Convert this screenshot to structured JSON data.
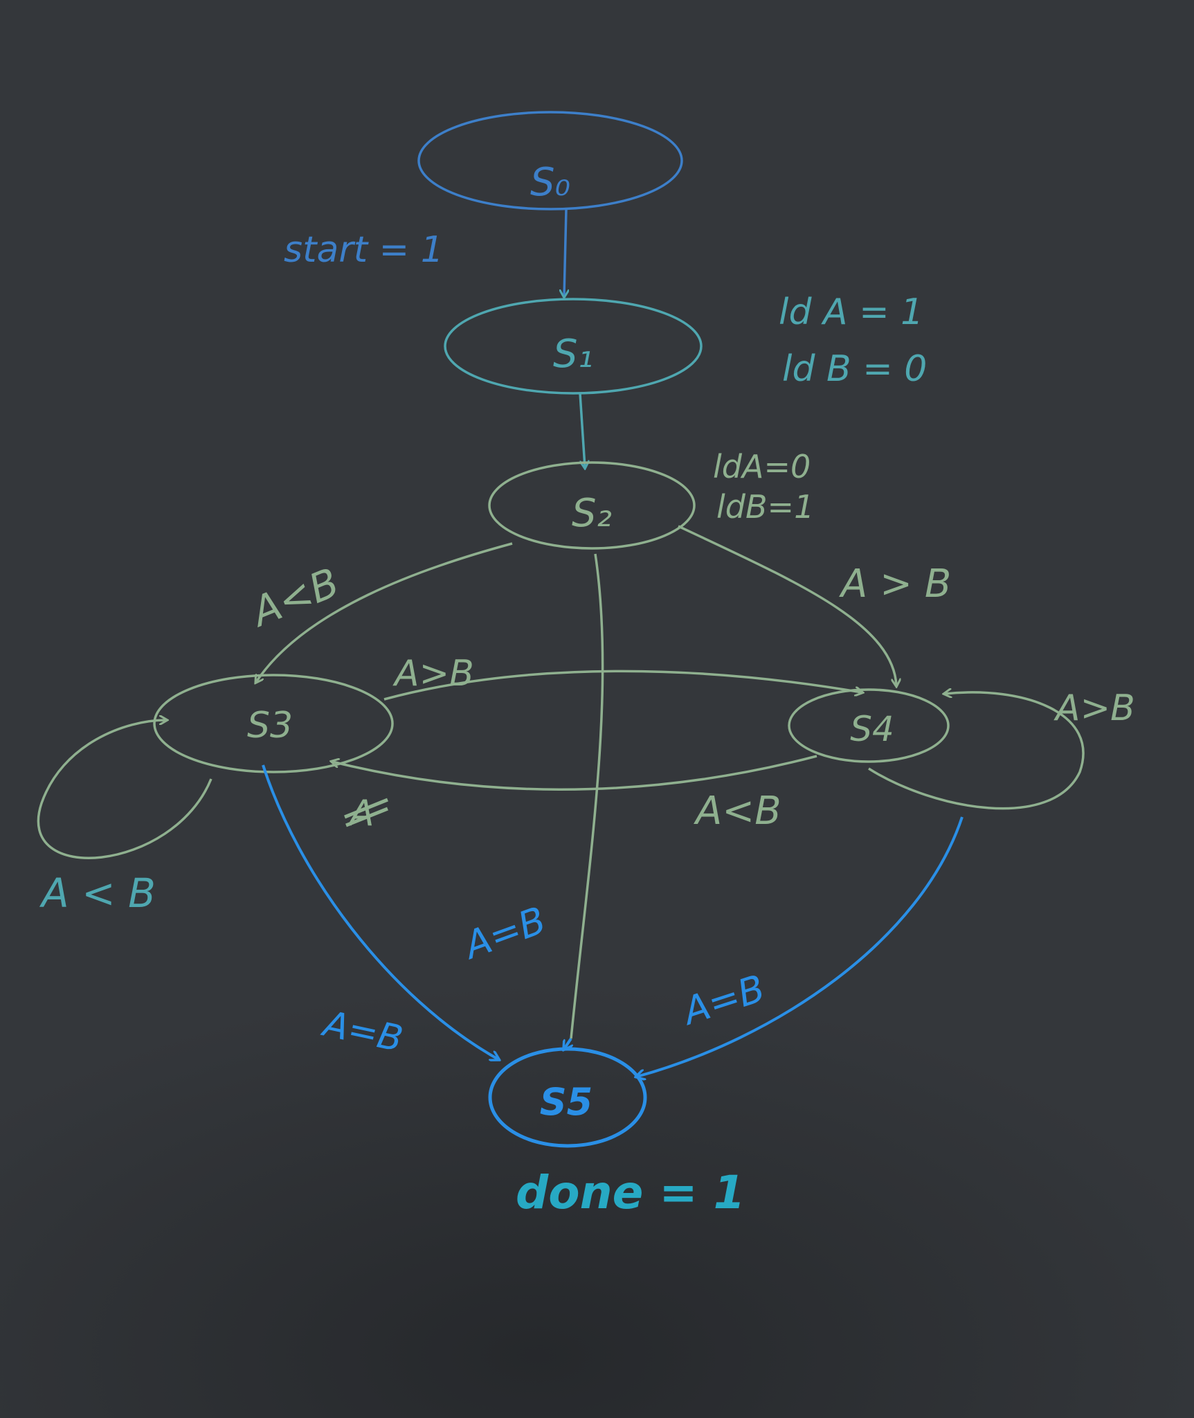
{
  "colors": {
    "background": "#34373b",
    "blue_ink": "#3d7fc9",
    "teal_ink": "#4fa7b0",
    "green_ink": "#8fb08f",
    "bright_blue": "#2a8fe6",
    "cyan_ink": "#27a9c4"
  },
  "states": {
    "s0": "S₀",
    "s1": "S₁",
    "s2": "S₂",
    "s3": "S3",
    "s4": "S4",
    "s5": "S5"
  },
  "labels": {
    "start": "start = 1",
    "s1_ldA": "ld A = 1",
    "s1_ldB": "ld B = 0",
    "s2_ldA": "ldA=0",
    "s2_ldB": "ldB=1",
    "s2_to_s3": "A<B",
    "s2_to_s4": "A > B",
    "s3_to_s4": "A>B",
    "s4_self": "A>B",
    "s4_to_s3": "A<B",
    "s3_self": "A < B",
    "scribble": "A",
    "s2_to_s5": "A=B",
    "s3_to_s5": "A=B",
    "s4_to_s5": "A=B",
    "done": "done = 1"
  }
}
